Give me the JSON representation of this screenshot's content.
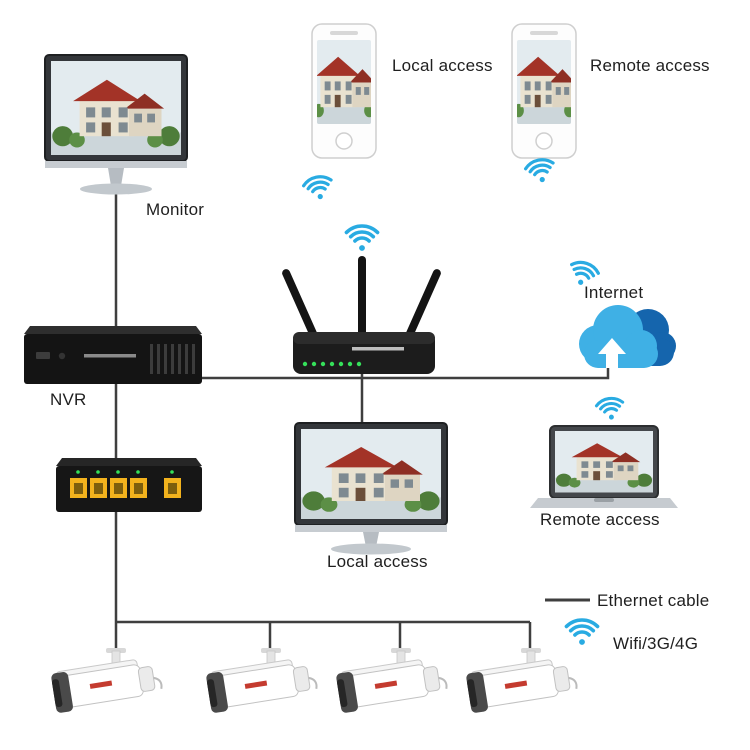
{
  "labels": {
    "monitor": "Monitor",
    "local_access_top": "Local access",
    "remote_access_top": "Remote access",
    "internet": "Internet",
    "nvr": "NVR",
    "local_access_bottom": "Local access",
    "remote_access_bottom": "Remote access"
  },
  "legend": {
    "ethernet": "Ethernet cable",
    "wifi": "Wifi/3G/4G"
  },
  "colors": {
    "wifi_blue": "#29abe2",
    "cloud_light": "#3fb0e5",
    "cloud_dark": "#1565ad",
    "cable_line": "#3f3f3f",
    "switch_port_yellow": "#f2b21d",
    "router_led_green": "#35e05a",
    "house_roof_red": "#a33327"
  },
  "icons": {
    "wifi": "wifi-signal-arcs",
    "internet_cloud": "cloud-with-upload-arrow",
    "ethernet": "solid-line-segment"
  }
}
